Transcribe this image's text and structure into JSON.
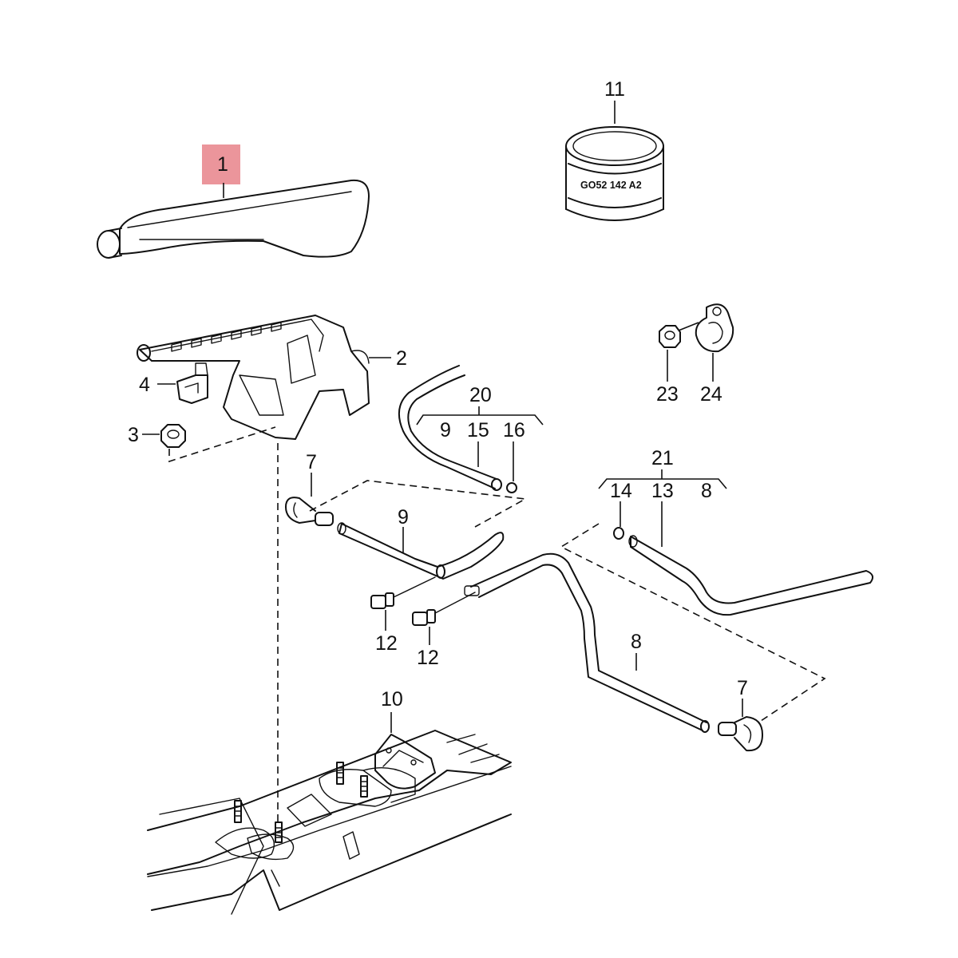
{
  "diagram": {
    "part_numbers": {
      "p1": "1",
      "p2": "2",
      "p3": "3",
      "p4": "4",
      "p7a": "7",
      "p7b": "7",
      "p8a": "8",
      "p8b": "8",
      "p9a": "9",
      "p9b": "9",
      "p10": "10",
      "p11": "11",
      "p12a": "12",
      "p12b": "12",
      "p13": "13",
      "p14": "14",
      "p15": "15",
      "p16": "16",
      "p20": "20",
      "p21": "21",
      "p23": "23",
      "p24": "24"
    },
    "can_label": "GO52 142 A2",
    "highlighted_part": "1",
    "highlight_color": "#e8828a"
  }
}
